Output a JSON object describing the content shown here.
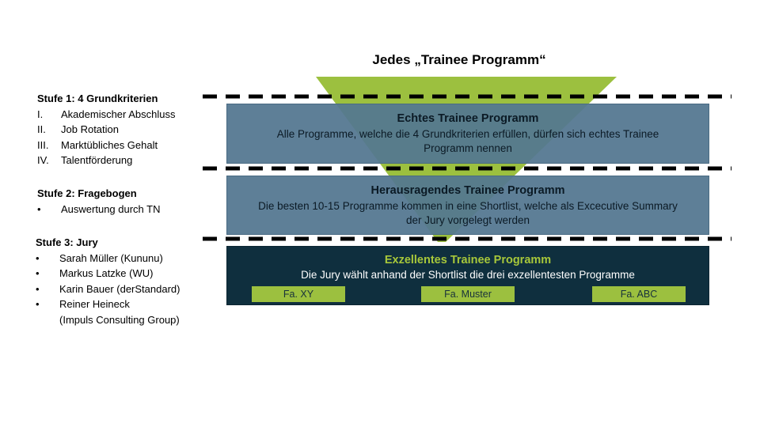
{
  "title": "Jedes „Trainee Programm“",
  "stages": [
    {
      "heading": "Stufe 1: 4 Grundkriterien",
      "items": [
        {
          "marker": "I.",
          "text": "Akademischer Abschluss"
        },
        {
          "marker": "II.",
          "text": "Job Rotation"
        },
        {
          "marker": "III.",
          "text": "Marktübliches Gehalt"
        },
        {
          "marker": "IV.",
          "text": "Talentförderung"
        }
      ]
    },
    {
      "heading": "Stufe 2: Fragebogen",
      "items": [
        {
          "marker": "•",
          "text": "Auswertung durch TN"
        }
      ]
    },
    {
      "heading": "Stufe 3: Jury",
      "items": [
        {
          "marker": "•",
          "text": "Sarah Müller (Kununu)"
        },
        {
          "marker": "•",
          "text": "Markus Latzke (WU)"
        },
        {
          "marker": "•",
          "text": "Karin Bauer (derStandard)"
        },
        {
          "marker": "•",
          "text": "Reiner Heineck"
        },
        {
          "marker": "",
          "text": "(Impuls Consulting Group)"
        }
      ]
    }
  ],
  "boxes": [
    {
      "title": "Echtes Trainee Programm",
      "body": "Alle Programme, welche die 4 Grundkriterien erfüllen, dürfen sich echtes Trainee Programm nennen"
    },
    {
      "title": "Herausragendes Trainee Programm",
      "body": "Die besten 10-15 Programme kommen in eine Shortlist, welche als Excecutive Summary der Jury vorgelegt werden"
    },
    {
      "title": "Exzellentes Trainee Programm",
      "body": "Die Jury wählt anhand der Shortlist die drei exzellentesten Programme"
    }
  ],
  "winners": [
    "Fa. XY",
    "Fa. Muster",
    "Fa. ABC"
  ],
  "colors": {
    "funnel": "#9cc03f",
    "box_mid": "#547791",
    "box_dark": "#0f2f3e",
    "highlight": "#a7c73a"
  }
}
